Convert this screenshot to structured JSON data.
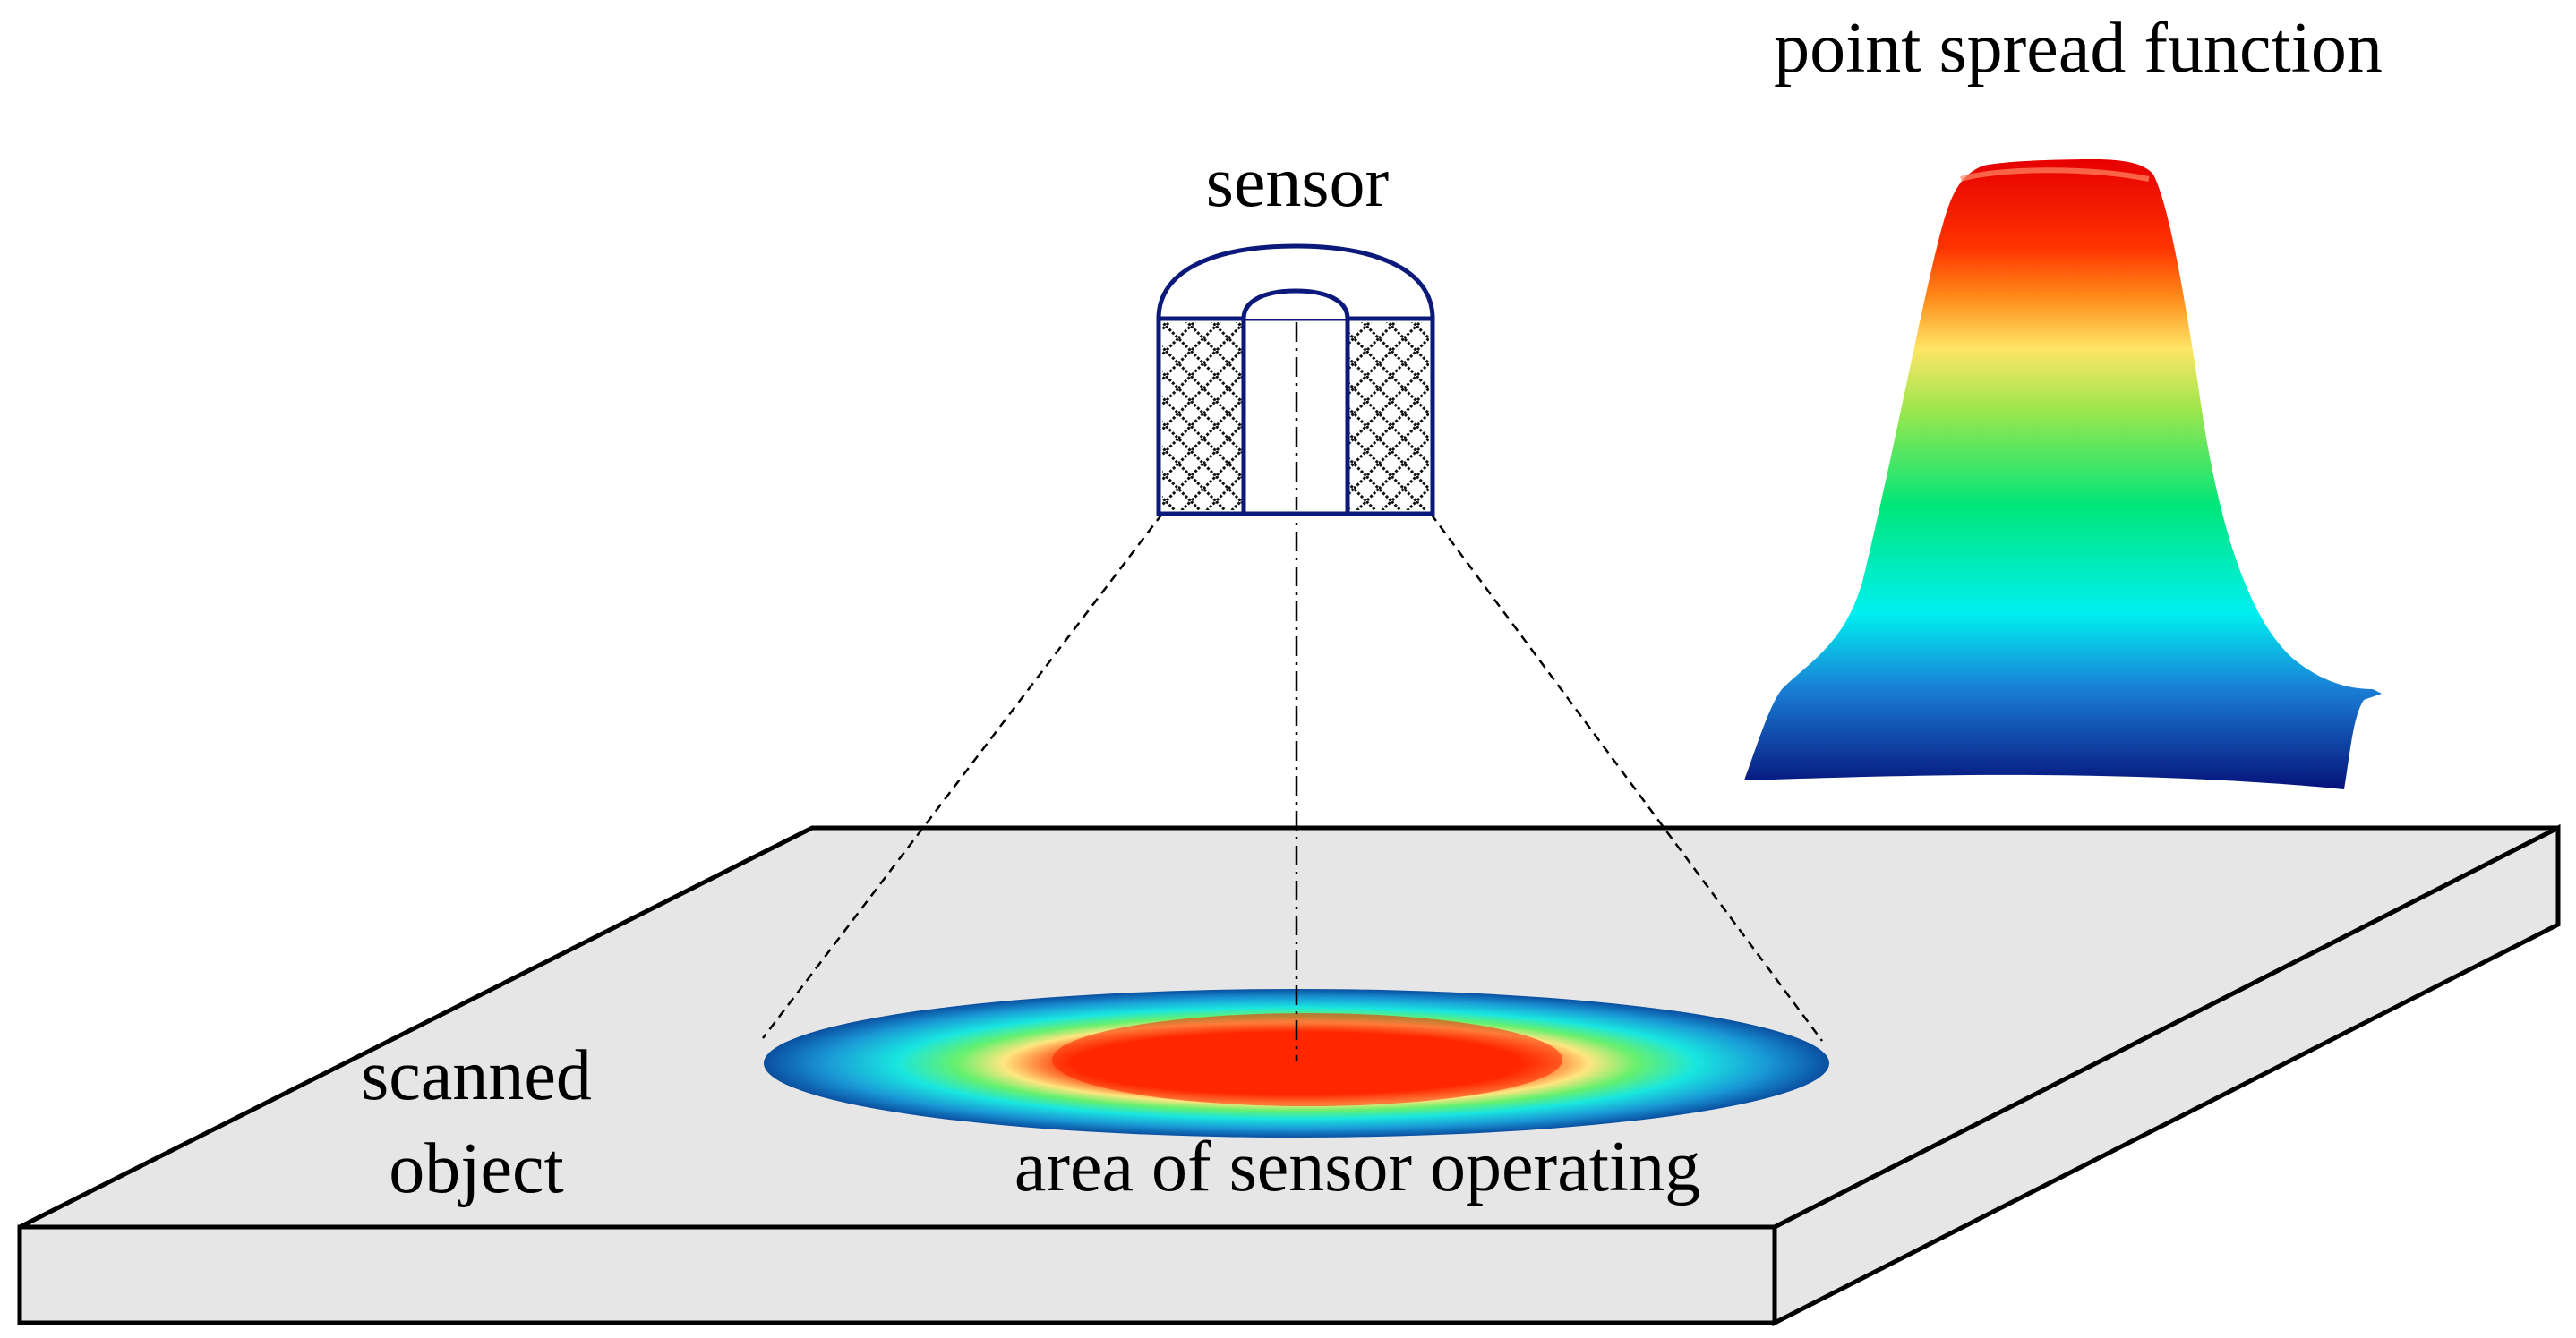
{
  "labels": {
    "psf_title": "point spread function",
    "sensor": "sensor",
    "scanned_object_line1": "scanned",
    "scanned_object_line2": "object",
    "operating_area": "area of sensor operating"
  },
  "colors": {
    "slab_top": "#e6e6e6",
    "outline": "#000000",
    "sensor_outline": "#0b1a7a",
    "psf_peak": "#ff1a00",
    "psf_mid": "#00e68a",
    "psf_low": "#00e5ff",
    "psf_base": "#083a9a"
  },
  "icons": [
    "sensor-housing-icon",
    "coil-crosshatch-icon"
  ]
}
